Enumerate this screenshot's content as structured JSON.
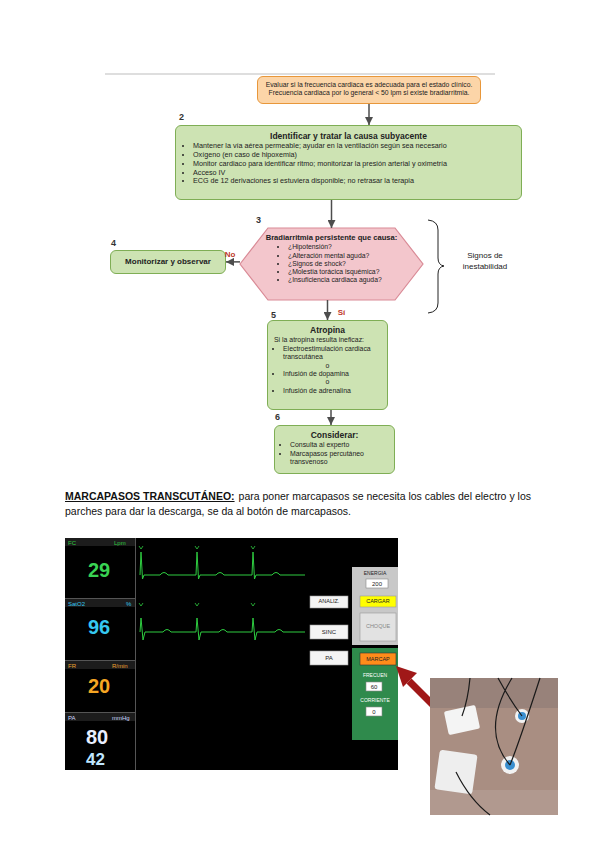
{
  "diagram": {
    "nodes": [
      {
        "text": [
          "Evaluar si la frecuencia cardiaca es adecuada para el estado clínico. Frecuencia cardiaca por lo general < 50 lpm si existe bradiarritmia."
        ]
      },
      {
        "text": [
          "Identificar y tratar la causa subyacente",
          "Mantener la vía aérea permeable; ayudar en la ventilación según sea necesario",
          "Oxígeno (en caso de hipoxemia)",
          "Monitor cardiaco para identificar ritmo; monitorizar la presión arterial y oximetría",
          "Acceso IV",
          "ECG de 12 derivaciones si estuviera disponible; no retrasar la terapia"
        ]
      },
      {
        "text": [
          "Bradiarritmia persistente que causa:",
          "¿Hipotensión?",
          "¿Alteración mental aguda?",
          "¿Signos de shock?",
          "¿Molestia torácica isquémica?",
          "¿Insuficiencia cardiaca aguda?"
        ]
      },
      {
        "text": [
          "Monitorizar y observar"
        ]
      },
      {
        "text": [
          "Atropina",
          "Si la atropina resulta ineficaz:",
          "Electroestimulación cardiaca transcutánea",
          "o",
          "Infusión de dopamina",
          "o",
          "Infusión de adrenalina"
        ]
      },
      {
        "text": [
          "Considerar:",
          "Consulta al experto",
          "Marcapasos percutáneo transvenoso"
        ]
      }
    ],
    "edges": [
      {
        "from": 0,
        "to": 1,
        "arrow": "to"
      },
      {
        "from": 1,
        "to": 2,
        "arrow": "to"
      },
      {
        "from": 2,
        "to": 3,
        "label": "No",
        "arrow": "to"
      },
      {
        "from": 2,
        "to": 4,
        "label": "Sí",
        "arrow": "to"
      },
      {
        "from": 4,
        "to": 5,
        "arrow": "to"
      }
    ],
    "labels": [
      "2",
      "3",
      "4",
      "5",
      "6",
      "Signos de inestabilidad",
      "MARCAPASOS TRANSCUTÁNEO:",
      "para poner marcapasos se necesita los cables del electro y los parches para dar la descarga, se da al botón de marcapasos.",
      "FC",
      "Lpm",
      "29",
      "SatO2",
      "%",
      "96",
      "FR",
      "R/min",
      "20",
      "PA",
      "mmHg",
      "80",
      "42",
      "ANALIZ.",
      "SINC",
      "PA",
      "ENERGIA",
      "200",
      "CARGAR",
      "CHOQUE",
      "MARCAP",
      "FRECUEN",
      "60",
      "CORRIENTE",
      "0"
    ]
  }
}
